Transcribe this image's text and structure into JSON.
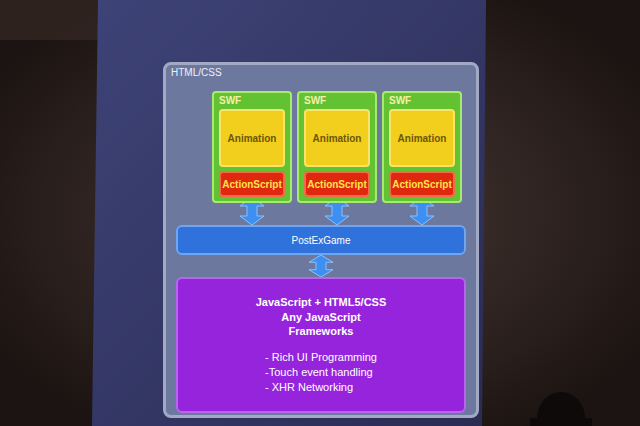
{
  "diagram": {
    "nodes": [
      {
        "text": [
          "HTML/CSS"
        ]
      },
      {
        "text": [
          "SWF"
        ],
        "in": 0
      },
      {
        "text": [
          "Animation"
        ],
        "in": 1
      },
      {
        "text": [
          "ActionScript"
        ],
        "in": 1
      },
      {
        "text": [
          "SWF"
        ],
        "in": 0
      },
      {
        "text": [
          "Animation"
        ],
        "in": 4
      },
      {
        "text": [
          "ActionScript"
        ],
        "in": 4
      },
      {
        "text": [
          "SWF"
        ],
        "in": 0
      },
      {
        "text": [
          "Animation"
        ],
        "in": 7
      },
      {
        "text": [
          "ActionScript"
        ],
        "in": 7
      },
      {
        "text": [
          "PostExGame"
        ],
        "in": 0
      },
      {
        "text": [
          "JavaScript + HTML5/CSS Any JavaScript Frameworks",
          "- Rich UI Programming",
          "-Touch event handling",
          "- XHR Networking"
        ],
        "in": 0
      }
    ],
    "edges": [
      {
        "from": 3,
        "to": 10,
        "arrow": "both"
      },
      {
        "from": 6,
        "to": 10,
        "arrow": "both"
      },
      {
        "from": 9,
        "to": 10,
        "arrow": "both"
      },
      {
        "from": 10,
        "to": 11,
        "arrow": "both"
      }
    ]
  }
}
